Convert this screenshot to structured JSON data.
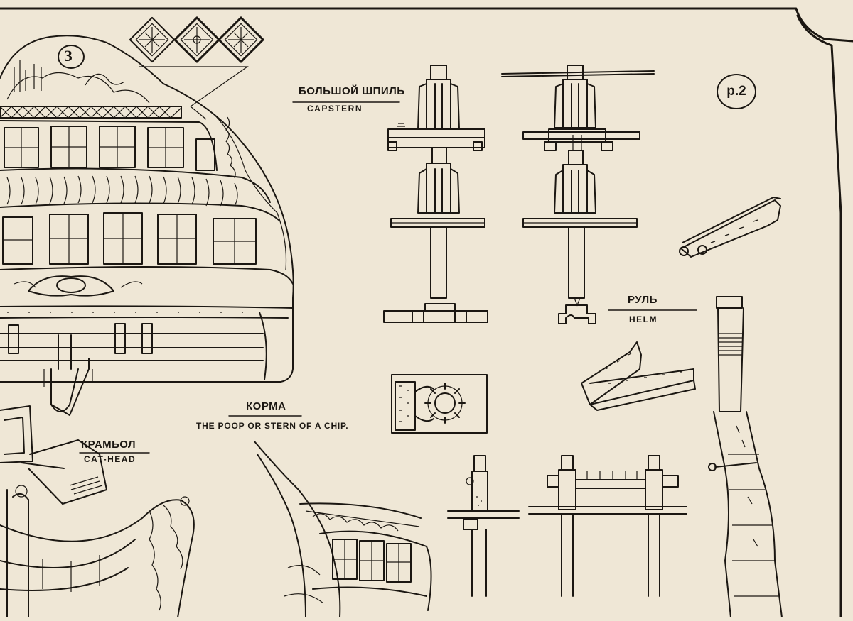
{
  "page_number": "p.2",
  "labels": {
    "capstan_ru": "БОЛЬШОЙ ШПИЛЬ",
    "capstan_en": "CAPSTERN",
    "helm_ru": "РУЛЬ",
    "helm_en": "HELM",
    "stern_ru": "КОРМА",
    "stern_en": "THE POOP OR STERN OF A CHIP.",
    "cathead_ru": "КРАМЬОЛ",
    "cathead_en": "CAT-HEAD"
  },
  "stern_crest_letter": "З",
  "colors": {
    "ink": "#1b1712",
    "paper": "#efe7d6"
  }
}
